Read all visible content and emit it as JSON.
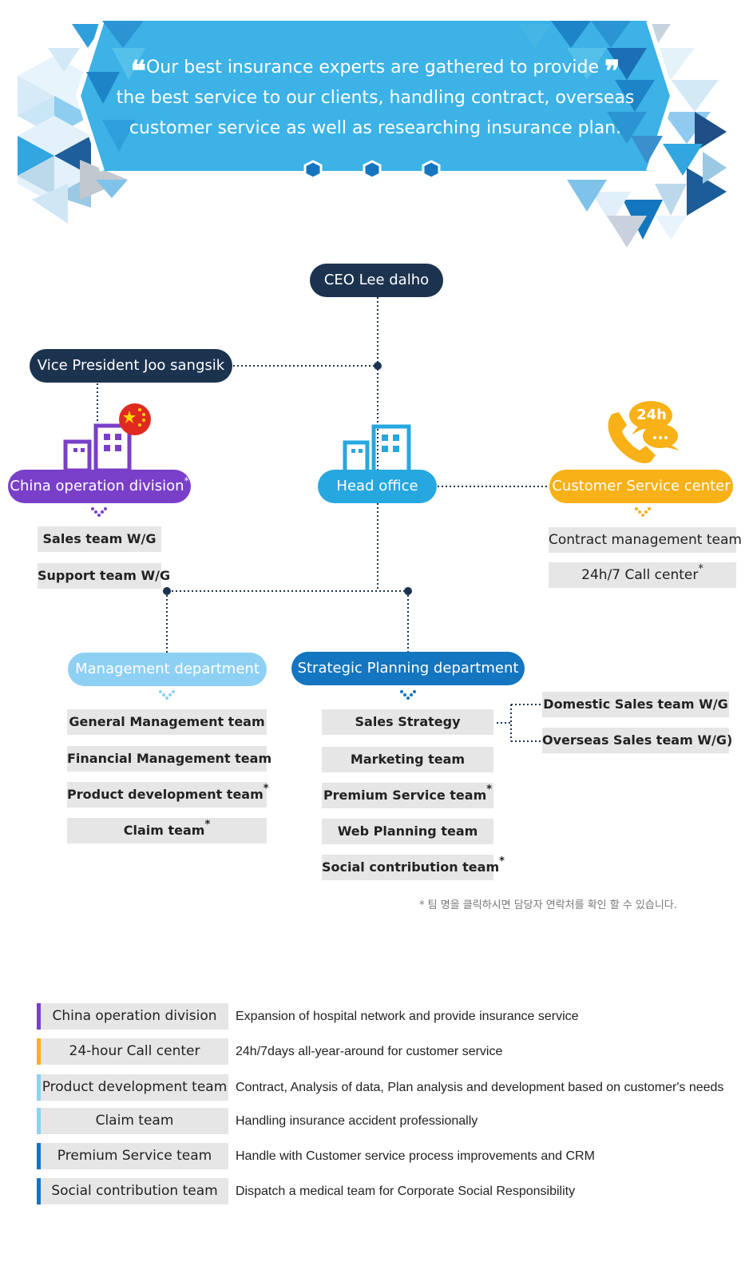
{
  "banner": {
    "open_quote": "❝",
    "close_quote": "❞",
    "lines": [
      "Our best insurance experts are gathered to provide",
      "the best service to our clients, handling contract, overseas",
      "customer service as well as researching insurance plan."
    ]
  },
  "org": {
    "ceo": "CEO Lee dalho",
    "vp": "Vice President Joo sangsik",
    "china": {
      "label": "China operation division",
      "asterisk": "*",
      "teams": [
        "Sales team W/G",
        "Support team W/G"
      ]
    },
    "head_office": "Head office",
    "csc": {
      "label": "Customer Service center",
      "badge": "24h",
      "teams": [
        "Contract management team",
        "24h/7 Call center"
      ],
      "asterisk": "*"
    },
    "management": {
      "label": "Management department",
      "teams": [
        {
          "name": "General Management team",
          "asterisk": ""
        },
        {
          "name": "Financial Management team",
          "asterisk": ""
        },
        {
          "name": "Product development team",
          "asterisk": "*"
        },
        {
          "name": "Claim team",
          "asterisk": "*"
        }
      ]
    },
    "strategic": {
      "label": "Strategic Planning department",
      "teams": [
        {
          "name": "Sales Strategy",
          "asterisk": ""
        },
        {
          "name": "Marketing team",
          "asterisk": ""
        },
        {
          "name": "Premium Service team",
          "asterisk": "*"
        },
        {
          "name": "Web Planning team",
          "asterisk": ""
        },
        {
          "name": "Social contribution team",
          "asterisk": "*"
        }
      ],
      "sub_teams": [
        "Domestic Sales team W/G",
        "Overseas Sales team W/G)"
      ]
    }
  },
  "note": "* 팀 명을 클릭하시면 담당자 연락처를 확인 할 수 있습니다.",
  "legend": [
    {
      "name": "China operation division",
      "desc": "Expansion of hospital network and provide insurance service",
      "color": "#7a3fc9"
    },
    {
      "name": "24-hour Call center",
      "desc": "24h/7days all-year-around for customer service",
      "color": "#f8b117"
    },
    {
      "name": "Product development team",
      "desc": "Contract, Analysis of data, Plan analysis and development based on customer's needs",
      "color": "#8ed0f4"
    },
    {
      "name": "Claim team",
      "desc": "Handling insurance accident professionally",
      "color": "#8ed0f4"
    },
    {
      "name": "Premium Service team",
      "desc": "Handle with Customer service process improvements and CRM",
      "color": "#1475c0"
    },
    {
      "name": "Social contribution team",
      "desc": "Dispatch a medical team for Corporate Social Responsibility",
      "color": "#1475c0"
    }
  ],
  "colors": {
    "navy": "#1c3350",
    "purple": "#7a3fc9",
    "blue": "#27a7df",
    "light_blue": "#8ed0f4",
    "dark_blue": "#1475c0",
    "orange": "#f8b117"
  }
}
